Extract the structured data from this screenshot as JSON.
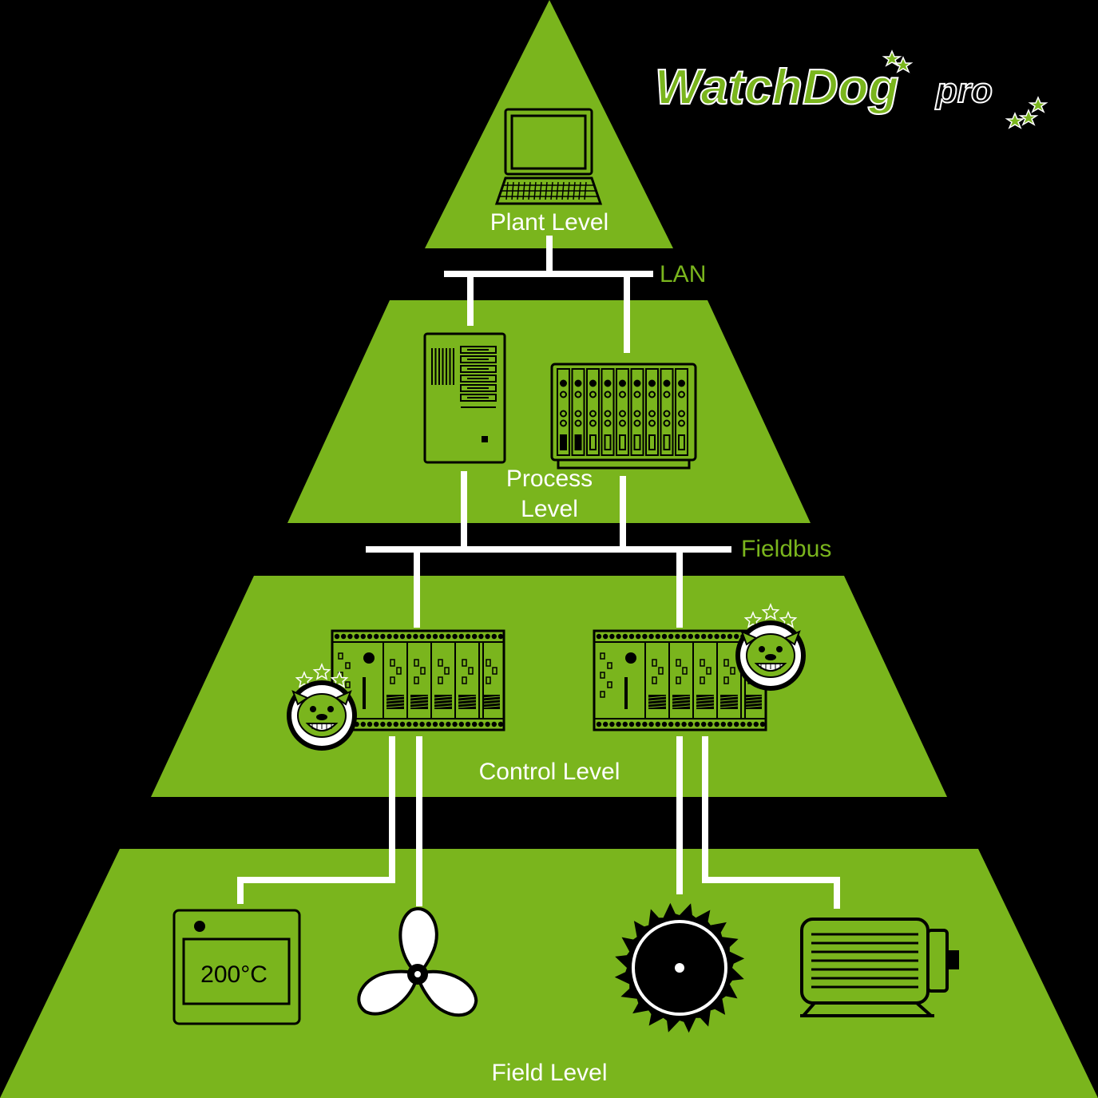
{
  "colors": {
    "background": "#000000",
    "tier": "#7ab51d",
    "line": "#ffffff",
    "ink": "#000000"
  },
  "logo": {
    "word": "WatchDog",
    "suffix": "pro"
  },
  "levels": {
    "plant": "Plant Level",
    "process_line1": "Process",
    "process_line2": "Level",
    "control": "Control Level",
    "field": "Field Level"
  },
  "networks": {
    "lan": "LAN",
    "fieldbus": "Fieldbus"
  },
  "devices": {
    "oven_display": "200°C"
  },
  "icons": [
    "laptop-icon",
    "server-tower-icon",
    "rack-controller-icon",
    "plc-module-icon",
    "watchdog-badge-icon",
    "oven-icon",
    "fan-icon",
    "saw-blade-icon",
    "motor-icon"
  ]
}
